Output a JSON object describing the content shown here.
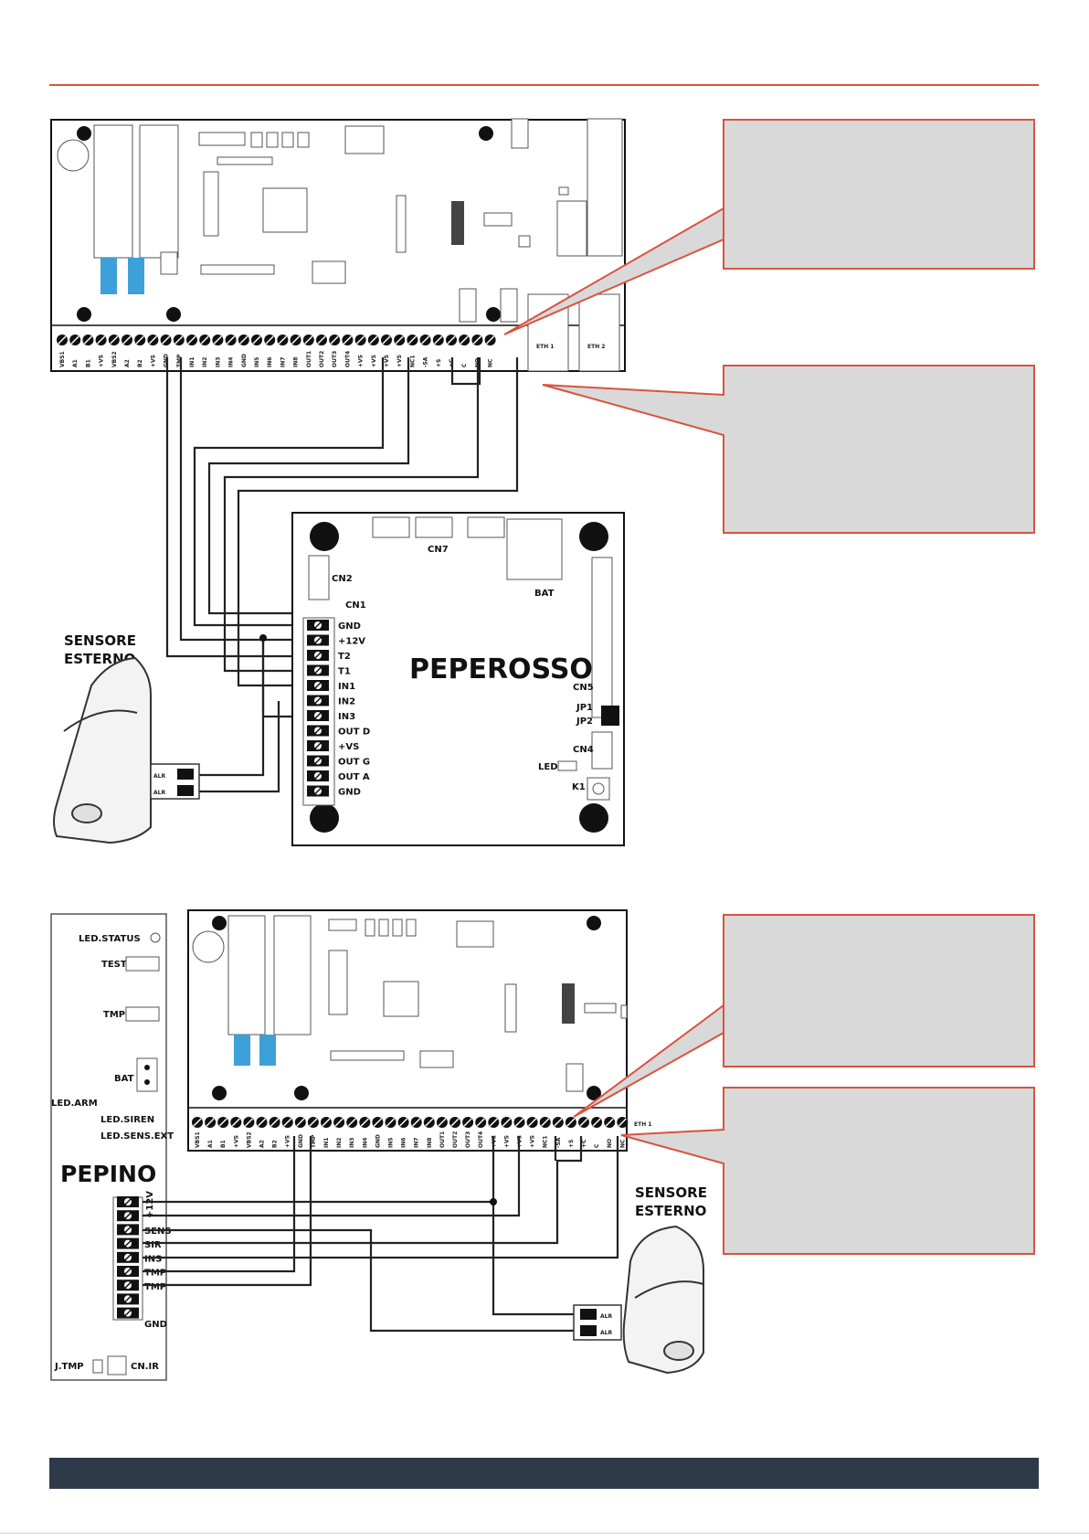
{
  "diagram1": {
    "peperosso_title": "PEPEROSSO",
    "cn1": "CN1",
    "cn2": "CN2",
    "cn4": "CN4",
    "cn5": "CN5",
    "cn7": "CN7",
    "bat": "BAT",
    "jp1": "JP1",
    "jp2": "JP2",
    "led": "LED",
    "k1": "K1",
    "cn1_terminals": [
      "GND",
      "+12V",
      "T2",
      "T1",
      "IN1",
      "IN2",
      "IN3",
      "OUT D",
      "+VS",
      "OUT G",
      "OUT A",
      "GND"
    ],
    "sensor_title_1": "SENSORE",
    "sensor_title_2": "ESTERNO",
    "sensor_terminals": [
      "ALR",
      "ALR"
    ],
    "board_terminals": [
      "VBS1",
      "A1",
      "B1",
      "+VS",
      "VBS2",
      "A2",
      "B2",
      "+VS",
      "GND",
      "TMP",
      "IN1",
      "IN2",
      "IN3",
      "IN4",
      "GND",
      "IN5",
      "IN6",
      "IN7",
      "IN8",
      "OUT1",
      "OUT2",
      "OUT3",
      "OUT4",
      "+VS",
      "+VS",
      "+VS",
      "+VS",
      "NC1",
      "-SA",
      "+S",
      "+C",
      "C",
      "NO",
      "NC"
    ],
    "eth1": "ETH 1",
    "eth2": "ETH 2"
  },
  "diagram2": {
    "pepino_title": "PEPINO",
    "led_status": "LED.STATUS",
    "test": "TEST",
    "tmp": "TMP",
    "bat": "BAT",
    "led_arm": "LED.ARM",
    "led_siren": "LED.SIREN",
    "led_sens_ext": "LED.SENS.EXT",
    "plus_12v": "+12V",
    "terminals": [
      "SENS",
      "SIR",
      "INS",
      "TMP",
      "TMP"
    ],
    "gnd": "GND",
    "j_tmp": "J.TMP",
    "cn_ir": "CN.IR",
    "sensor_title_1": "SENSORE",
    "sensor_title_2": "ESTERNO",
    "sensor_terminals": [
      "ALR",
      "ALR"
    ],
    "eth1": "ETH 1"
  }
}
